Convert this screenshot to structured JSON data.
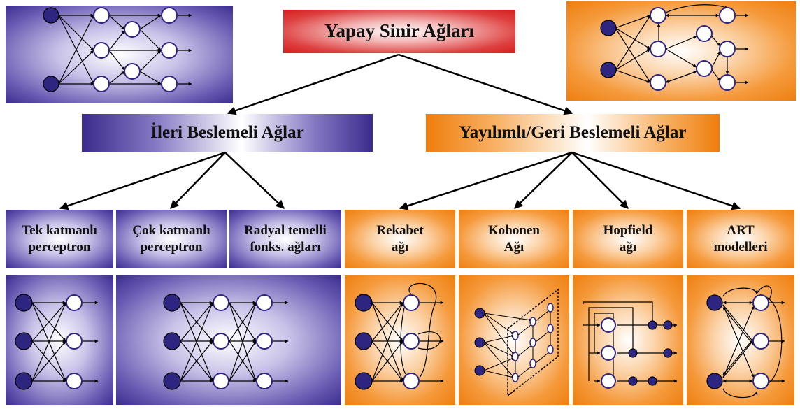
{
  "title": "Yapay Sinir Ağları",
  "categories": {
    "feedforward": {
      "label": "İleri Beslemeli Ağlar"
    },
    "feedback": {
      "label": "Yayılımlı/Geri Beslemeli Ağlar"
    }
  },
  "types": [
    {
      "line1": "Tek katmanlı",
      "line2": "perceptron"
    },
    {
      "line1": "Çok katmanlı",
      "line2": "perceptron"
    },
    {
      "line1": "Radyal temelli",
      "line2": "fonks. ağları"
    },
    {
      "line1": "Rekabet",
      "line2": "ağı"
    },
    {
      "line1": "Kohonen",
      "line2": "Ağı"
    },
    {
      "line1": "Hopfield",
      "line2": "ağı"
    },
    {
      "line1": "ART",
      "line2": "modelleri"
    }
  ],
  "colors": {
    "feedforward": "#3b2d8e",
    "feedback": "#ee7f10",
    "root": "#d41e1e",
    "node_fill": "#2e2580",
    "node_outline": "#2e2580"
  }
}
